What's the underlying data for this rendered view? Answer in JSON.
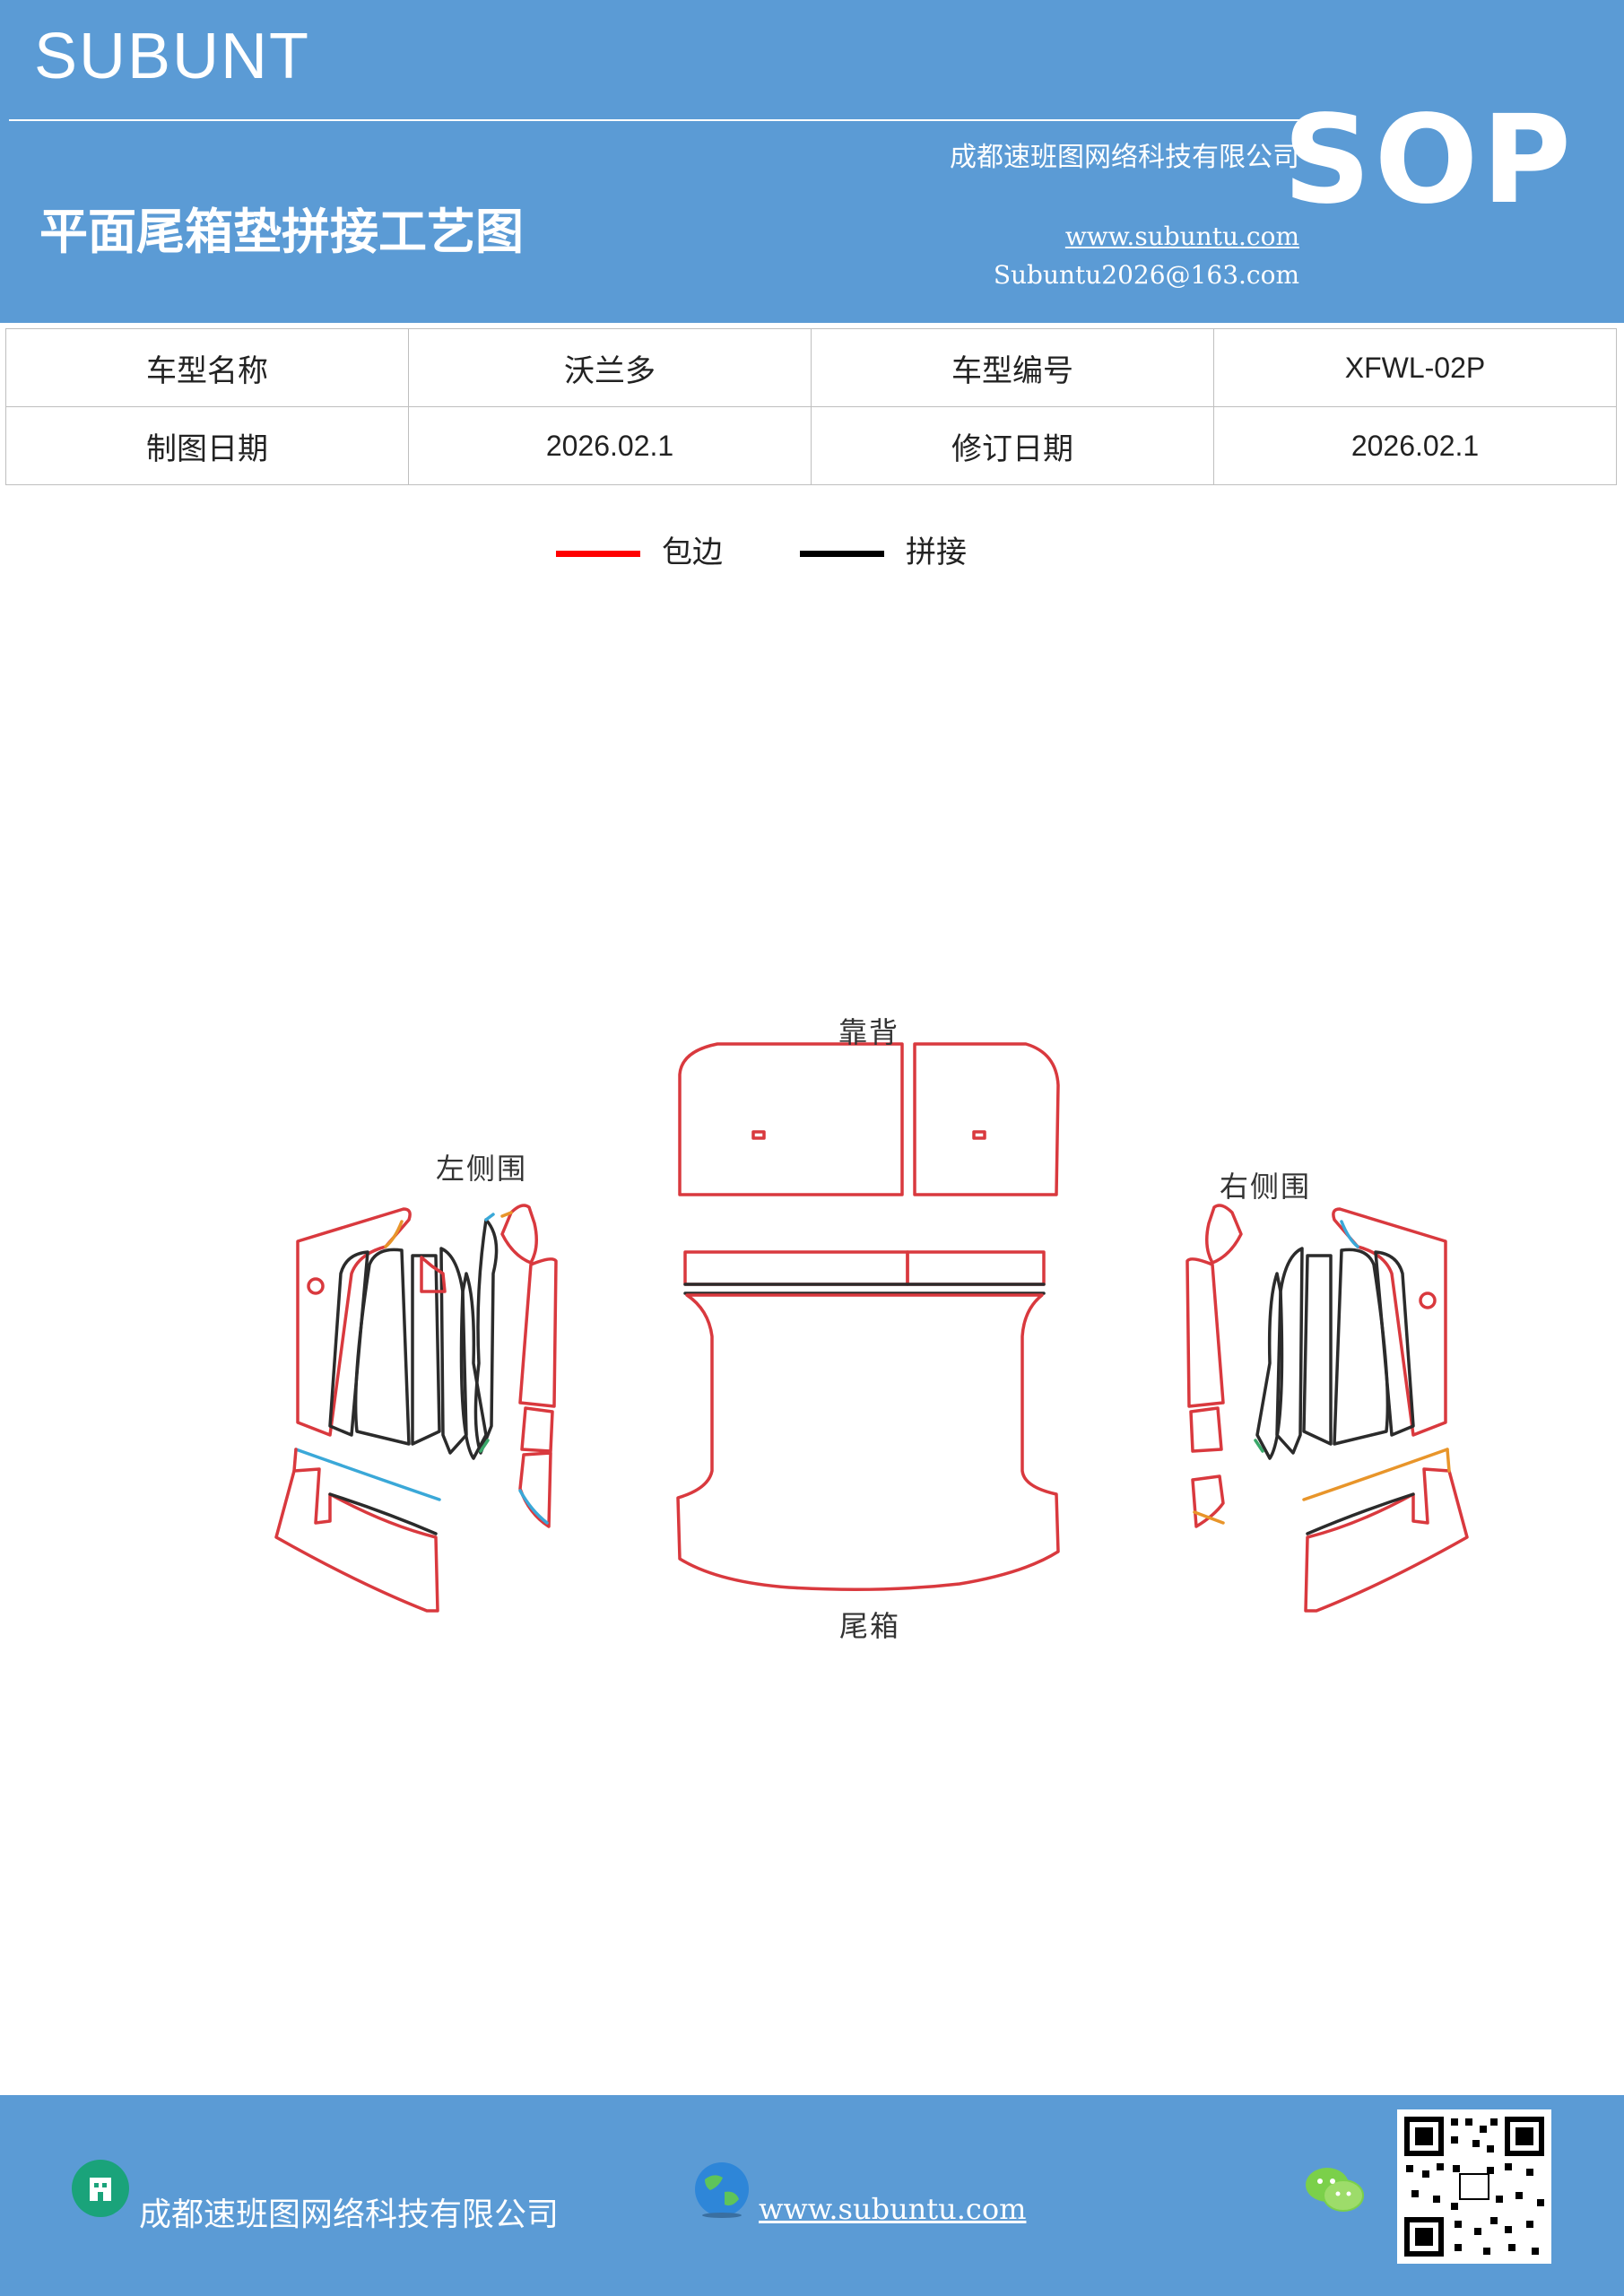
{
  "header": {
    "brand": "SUBUNT",
    "company": "成都速班图网络科技有限公司",
    "title": "平面尾箱垫拼接工艺图",
    "website": "www.subuntu.com",
    "email": "Subuntu2026@163.com",
    "badge": "SOP",
    "bg_color": "#5b9bd5"
  },
  "info_table": {
    "rows": [
      [
        "车型名称",
        "沃兰多",
        "车型编号",
        "XFWL-02P"
      ],
      [
        "制图日期",
        "2026.02.1",
        "修订日期",
        "2026.02.1"
      ]
    ]
  },
  "legend": {
    "items": [
      {
        "label": "包边",
        "color": "#ff0000"
      },
      {
        "label": "拼接",
        "color": "#000000"
      }
    ]
  },
  "diagram": {
    "labels": {
      "backrest": "靠背",
      "trunk": "尾箱",
      "left_side": "左侧围",
      "right_side": "右侧围"
    },
    "colors": {
      "edge": "#d9393e",
      "seam": "#2b2b2b",
      "accent_blue": "#3aa8d8",
      "accent_orange": "#e8952a",
      "accent_green": "#3aa86a"
    }
  },
  "footer": {
    "company": "成都速班图网络科技有限公司",
    "website": "www.subuntu.com"
  }
}
